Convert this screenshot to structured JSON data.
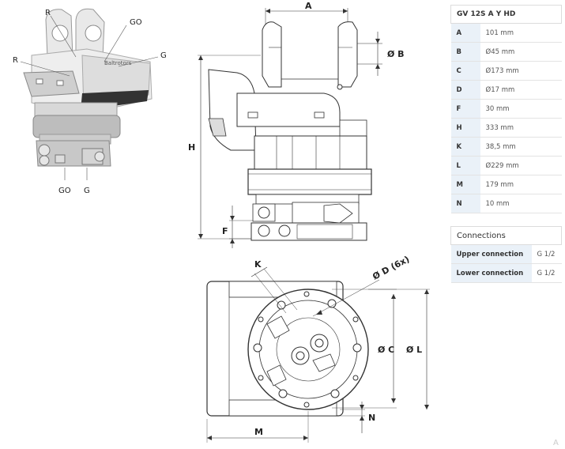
{
  "photo_labels": {
    "r1": "R",
    "r2": "R",
    "go_top": "GO",
    "g_top": "G",
    "go_bottom": "GO",
    "g_bottom": "G",
    "brand": "Baltrotors"
  },
  "dimensions": {
    "a": "A",
    "b": "Ø B",
    "h": "H",
    "f": "F",
    "k": "K",
    "d": "Ø D (6x)",
    "c": "Ø C",
    "l": "Ø L",
    "n": "N",
    "m": "M"
  },
  "specs": {
    "title": "GV 12S A Y HD",
    "rows": [
      {
        "key": "A",
        "value": "101 mm"
      },
      {
        "key": "B",
        "value": "Ø45 mm"
      },
      {
        "key": "C",
        "value": "Ø173 mm"
      },
      {
        "key": "D",
        "value": "Ø17 mm"
      },
      {
        "key": "F",
        "value": "30 mm"
      },
      {
        "key": "H",
        "value": "333 mm"
      },
      {
        "key": "K",
        "value": "38,5 mm"
      },
      {
        "key": "L",
        "value": "Ø229 mm"
      },
      {
        "key": "M",
        "value": "179 mm"
      },
      {
        "key": "N",
        "value": "10 mm"
      }
    ]
  },
  "connections": {
    "title": "Connections",
    "rows": [
      {
        "key": "Upper connection",
        "value": "G 1/2"
      },
      {
        "key": "Lower connection",
        "value": "G 1/2"
      }
    ]
  },
  "watermark": "A"
}
